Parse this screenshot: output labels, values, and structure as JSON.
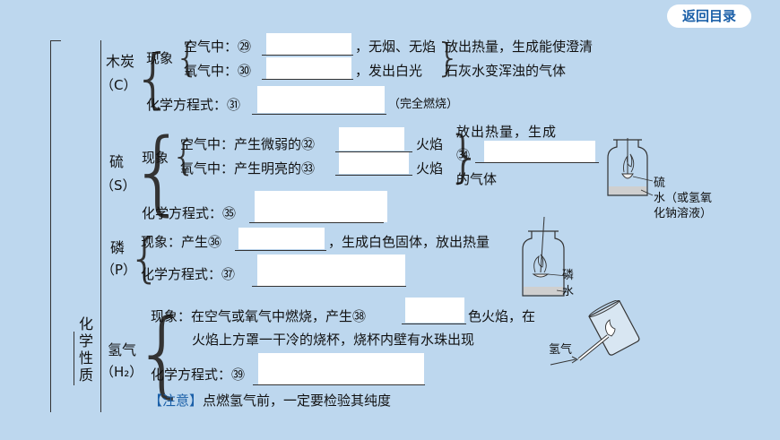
{
  "nav": {
    "back_label": "返回目录"
  },
  "section": {
    "title_chars": [
      "化",
      "学",
      "性",
      "质"
    ]
  },
  "charcoal": {
    "name": "木炭",
    "symbol": "（C）",
    "phen_label": "现象",
    "air_label": "空气中：㉙",
    "air_after": "，无烟、无焰",
    "o2_label": "氧气中：㉚",
    "o2_after": "，发出白光",
    "shared_line1": "放出热量，生成能使澄清",
    "shared_line2": "石灰水变浑浊的气体",
    "eq_label": "化学方程式：㉛",
    "eq_note": "（完全燃烧）"
  },
  "sulfur": {
    "name": "硫",
    "symbol": "（S）",
    "phen_label": "现象",
    "air_label": "空气中：产生微弱的㉜",
    "o2_label": "氧气中：产生明亮的㉝",
    "flame": "火焰",
    "flame2": "火焰",
    "shared_line1": "放出热量，生成",
    "shared_num": "㉞",
    "shared_line3": "的气体",
    "eq_label": "化学方程式：㉟",
    "fig_label1": "硫",
    "fig_label2": "水（或氢氧",
    "fig_label3": "化钠溶液）"
  },
  "phosphorus": {
    "name": "磷",
    "symbol": "（P）",
    "phen_label": "现象：产生㊱",
    "phen_after": "，生成白色固体，放出热量",
    "eq_label": "化学方程式：㊲",
    "fig_label1": "磷",
    "fig_label2": "水"
  },
  "hydrogen": {
    "name": "氢气",
    "symbol": "（H₂）",
    "phen_label": "现象：在空气或氧气中燃烧，产生㊳",
    "phen_after": "色火焰，在",
    "phen_line2": "火焰上方罩一干冷的烧杯，烧杯内壁有水珠出现",
    "eq_label": "化学方程式：㊴",
    "notice_tag": "【注意】",
    "notice_text": "点燃氢气前，一定要检验其纯度",
    "fig_label": "氢气"
  }
}
